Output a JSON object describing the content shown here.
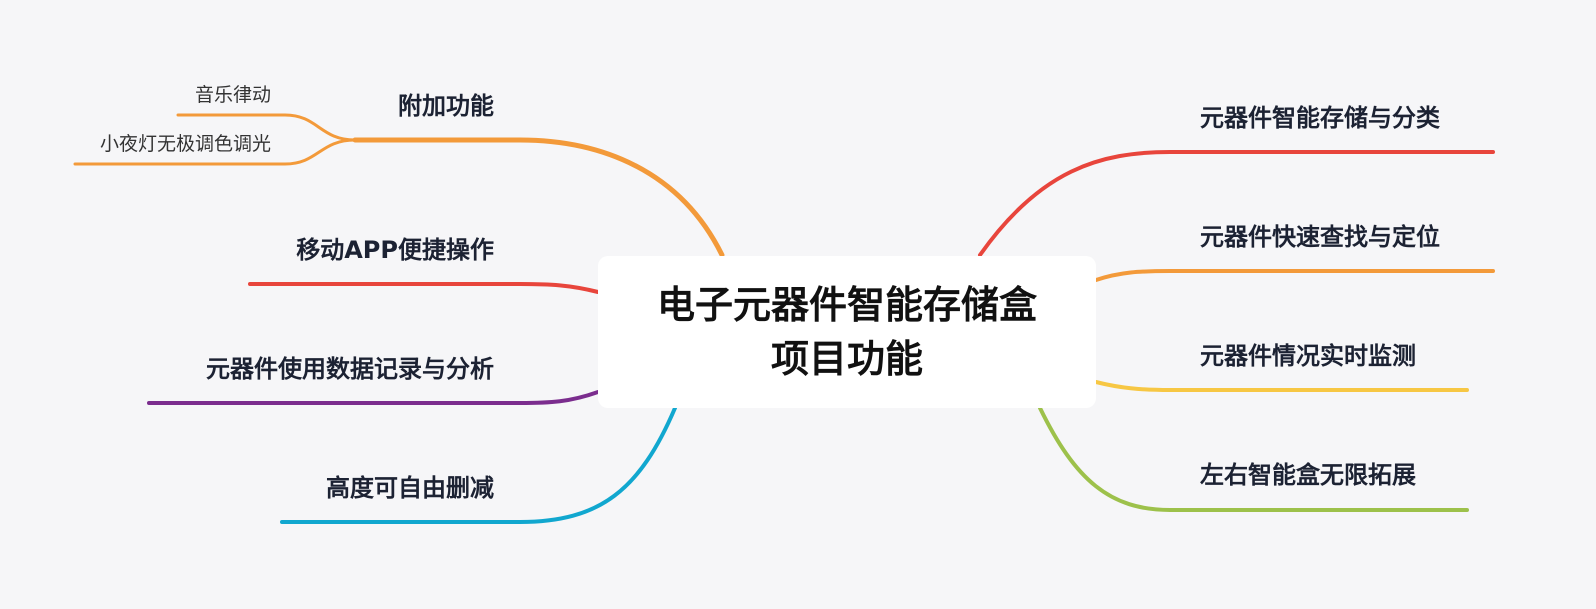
{
  "central_topic": {
    "line1": "电子元器件智能存储盒",
    "line2": "项目功能"
  },
  "branches_right": [
    {
      "label": "元器件智能存储与分类",
      "color": "#e8453c"
    },
    {
      "label": "元器件快速查找与定位",
      "color": "#f39a3a"
    },
    {
      "label": "元器件情况实时监测",
      "color": "#f7c744"
    },
    {
      "label": "左右智能盒无限拓展",
      "color": "#9dc14b"
    }
  ],
  "branches_left": [
    {
      "label": "附加功能",
      "color": "#f39a3a",
      "children": [
        "音乐律动",
        "小夜灯无极调色调光"
      ]
    },
    {
      "label": "移动APP便捷操作",
      "color": "#e8453c"
    },
    {
      "label": "元器件使用数据记录与分析",
      "color": "#7b2d8e"
    },
    {
      "label": "高度可自由删减",
      "color": "#11a7cf"
    }
  ]
}
